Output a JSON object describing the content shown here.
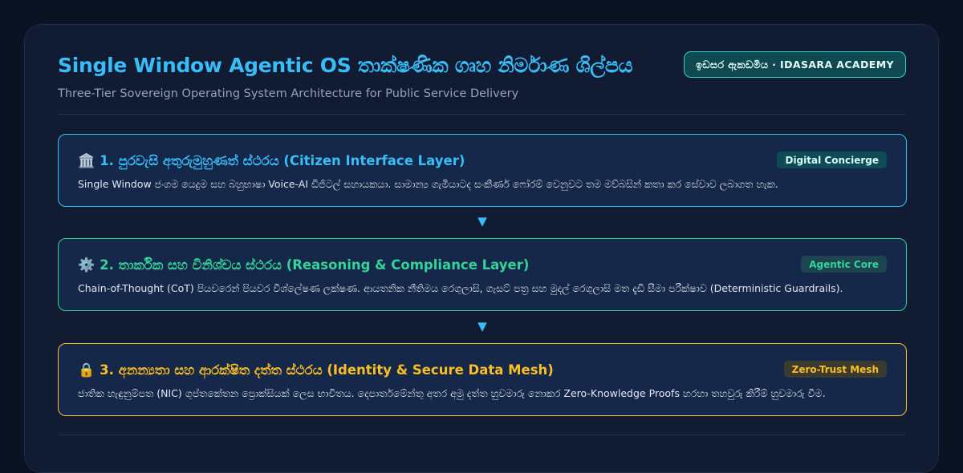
{
  "header": {
    "title": "Single Window Agentic OS තාක්ෂණික ගෘහ නිර්මාණ ශිල්පය",
    "subtitle": "Three-Tier Sovereign Operating System Architecture for Public Service Delivery",
    "badge": "ඉඩසර ඇකඩමිය · IDASARA ACADEMY"
  },
  "layers": [
    {
      "icon": "classical-building-icon",
      "emoji": "🏛️",
      "title": "1. පුරවැසි අතුරුමුහුණත් ස්ථරය (Citizen Interface Layer)",
      "tag": "Digital Concierge",
      "description": "Single Window ජංගම යෙදුම සහ බහුභාෂා Voice-AI ඩිජිටල් සහායකයා. සාමාන්‍ය ගැමියාටද සංකීර්ණ ෆෝරම් වෙනුවට තම මව්බසින් කතා කර සේවාව ලබාගත හැක."
    },
    {
      "icon": "gear-icon",
      "emoji": "⚙️",
      "title": "2. තාර්කික සහ විනිශ්චය ස්ථරය (Reasoning & Compliance Layer)",
      "tag": "Agentic Core",
      "description": "Chain-of-Thought (CoT) පියවරෙන් පියවර විශ්ලේෂණ ලක්ෂණ. ආයතනික නීතිමය රෙගුලාසි, ගැසට් පත්‍ර සහ මුදල් රෙගුලාසි මත දැඩි සීමා පරීක්ෂාව (Deterministic Guardrails)."
    },
    {
      "icon": "lock-icon",
      "emoji": "🔒",
      "title": "3. අනන්‍යතා සහ ආරක්ෂිත දත්ත ස්ථරය (Identity & Secure Data Mesh)",
      "tag": "Zero-Trust Mesh",
      "description": "ජාතික හැඳුනුම්පත (NIC) ගුප්තකේතන ප්‍රොක්සියක් ලෙස භාවිතය. දෙපාර්තමේන්තු අතර අමු දත්ත හුවමාරු නොකර Zero-Knowledge Proofs හරහා තහවුරු කිරීම් හුවමාරු වීම."
    }
  ],
  "arrows": [
    "▼",
    "▼"
  ]
}
